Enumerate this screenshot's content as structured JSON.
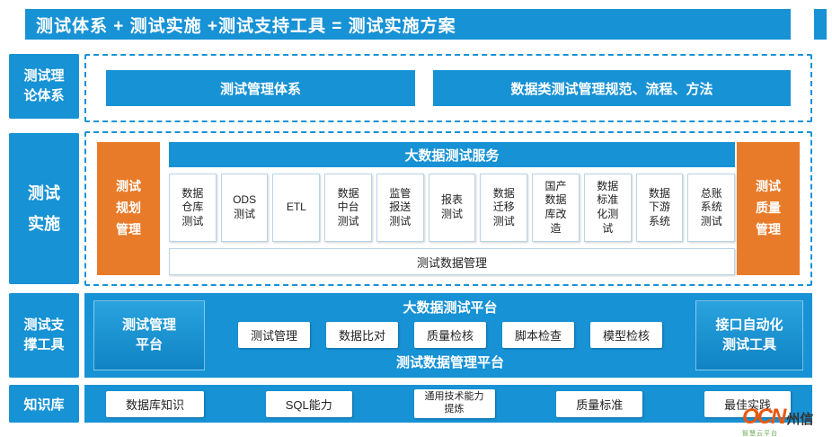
{
  "title": "测试体系 + 测试实施 +测试支持工具 = 测试实施方案",
  "colors": {
    "blue": "#1792d5",
    "orange": "#e87b2a"
  },
  "sidebar": {
    "theory": "测试理\n论体系",
    "implementation": "测试\n实施",
    "tools": "测试支\n撑工具",
    "knowledge": "知识库"
  },
  "theory": {
    "box1": "测试管理体系",
    "box2": "数据类测试管理规范、流程、方法"
  },
  "implementation": {
    "left": "测试\n规划\n管理",
    "right": "测试\n质量\n管理",
    "header": "大数据测试服务",
    "services": [
      "数据\n仓库\n测试",
      "ODS\n测试",
      "ETL",
      "数据\n中台\n测试",
      "监管\n报送\n测试",
      "报表\n测试",
      "数据\n迁移\n测试",
      "国产\n数据\n库改\n造",
      "数据\n标准\n化测\n试",
      "数据\n下游\n系统",
      "总账\n系统\n测试"
    ],
    "bottom": "测试数据管理"
  },
  "tools": {
    "left": "测试管理\n平台",
    "header": "大数据测试平台",
    "items": [
      "测试管理",
      "数据比对",
      "质量检核",
      "脚本检查",
      "模型检核"
    ],
    "bottom": "测试数据管理平台",
    "right": "接口自动化\n测试工具"
  },
  "knowledge": {
    "items": [
      "数据库知识",
      "SQL能力",
      "通用技术能力\n提炼",
      "质量标准",
      "最佳实践"
    ]
  },
  "watermark": {
    "logo": "OCN",
    "name": "州信",
    "caption": "智慧云平台"
  }
}
